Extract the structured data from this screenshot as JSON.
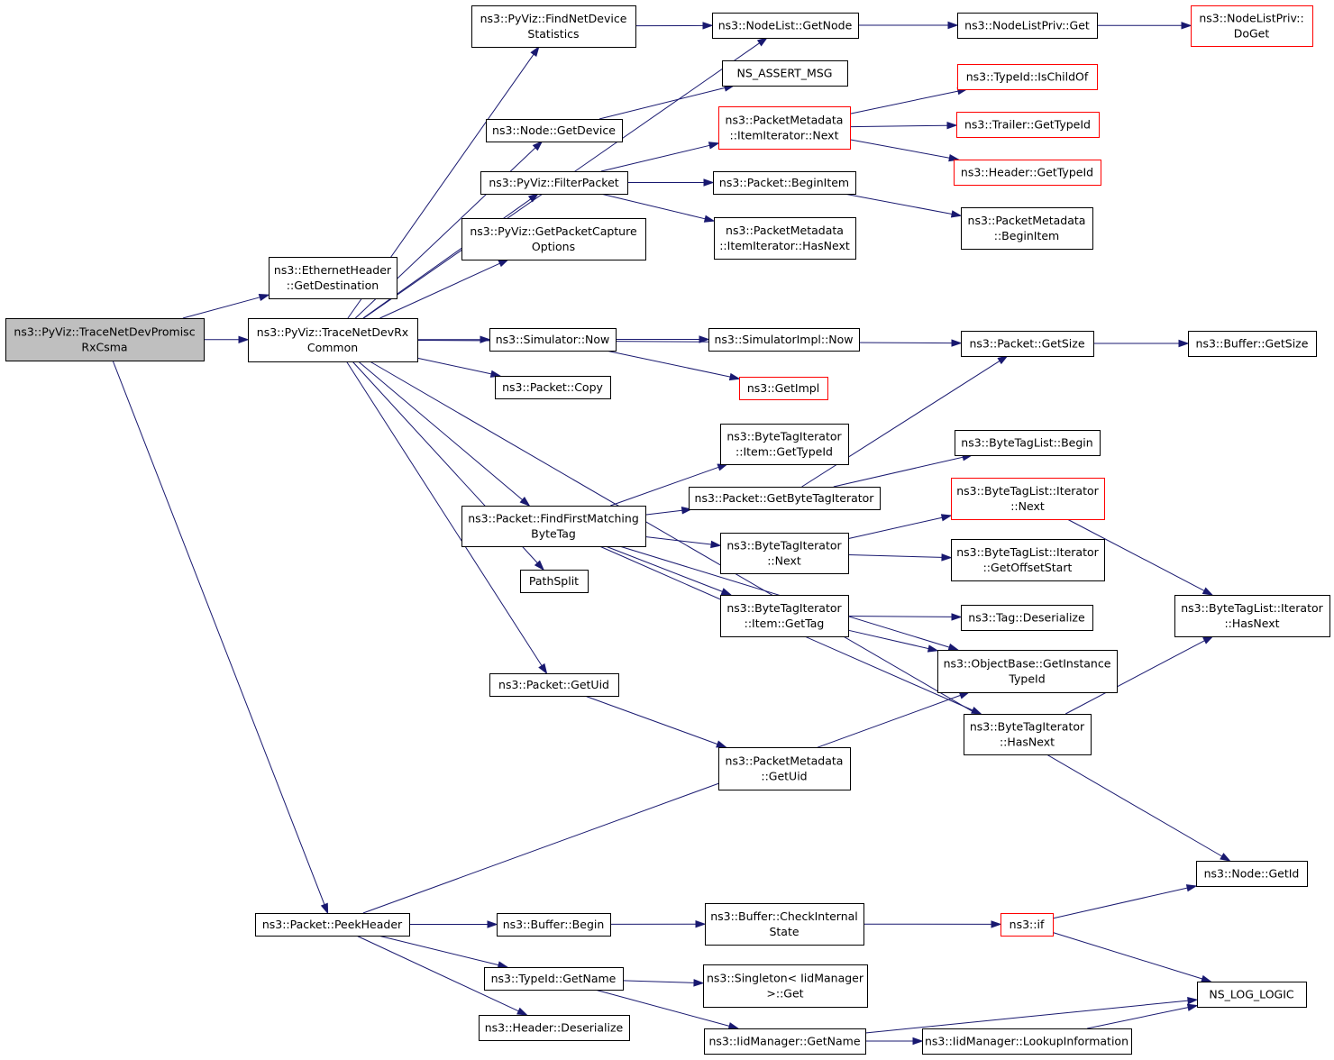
{
  "colors": {
    "edge": "#191970",
    "border_normal": "#000000",
    "border_truncated": "#ff0000",
    "root_fill": "#bfbfbf",
    "fill": "#ffffff"
  },
  "nodes": [
    {
      "id": "root",
      "lines": [
        "ns3::PyViz::TraceNetDevPromisc",
        "RxCsma"
      ],
      "kind": "root"
    },
    {
      "id": "ethdest",
      "lines": [
        "ns3::EthernetHeader",
        "::GetDestination"
      ],
      "kind": "normal"
    },
    {
      "id": "rxcommon",
      "lines": [
        "ns3::PyViz::TraceNetDevRx",
        "Common"
      ],
      "kind": "normal"
    },
    {
      "id": "peekheader",
      "lines": [
        "ns3::Packet::PeekHeader"
      ],
      "kind": "normal"
    },
    {
      "id": "findnetdev",
      "lines": [
        "ns3::PyViz::FindNetDevice",
        "Statistics"
      ],
      "kind": "normal"
    },
    {
      "id": "nodeget",
      "lines": [
        "ns3::Node::GetDevice"
      ],
      "kind": "normal"
    },
    {
      "id": "filterpacket",
      "lines": [
        "ns3::PyViz::FilterPacket"
      ],
      "kind": "normal"
    },
    {
      "id": "getcapture",
      "lines": [
        "ns3::PyViz::GetPacketCapture",
        "Options"
      ],
      "kind": "normal"
    },
    {
      "id": "simnow",
      "lines": [
        "ns3::Simulator::Now"
      ],
      "kind": "normal"
    },
    {
      "id": "pktcopy",
      "lines": [
        "ns3::Packet::Copy"
      ],
      "kind": "normal"
    },
    {
      "id": "findfirst",
      "lines": [
        "ns3::Packet::FindFirstMatching",
        "ByteTag"
      ],
      "kind": "normal"
    },
    {
      "id": "pathsplit",
      "lines": [
        "PathSplit"
      ],
      "kind": "normal"
    },
    {
      "id": "getuid",
      "lines": [
        "ns3::Packet::GetUid"
      ],
      "kind": "normal"
    },
    {
      "id": "bufbegin",
      "lines": [
        "ns3::Buffer::Begin"
      ],
      "kind": "normal"
    },
    {
      "id": "typeidname",
      "lines": [
        "ns3::TypeId::GetName"
      ],
      "kind": "normal"
    },
    {
      "id": "hdrdeser",
      "lines": [
        "ns3::Header::Deserialize"
      ],
      "kind": "normal"
    },
    {
      "id": "nodelistget",
      "lines": [
        "ns3::NodeList::GetNode"
      ],
      "kind": "normal"
    },
    {
      "id": "assertmsg",
      "lines": [
        "NS_ASSERT_MSG"
      ],
      "kind": "normal"
    },
    {
      "id": "itemnext",
      "lines": [
        "ns3::PacketMetadata",
        "::ItemIterator::Next"
      ],
      "kind": "truncated"
    },
    {
      "id": "pktbeginitem",
      "lines": [
        "ns3::Packet::BeginItem"
      ],
      "kind": "normal"
    },
    {
      "id": "itemhasnext",
      "lines": [
        "ns3::PacketMetadata",
        "::ItemIterator::HasNext"
      ],
      "kind": "normal"
    },
    {
      "id": "simimplnow",
      "lines": [
        "ns3::SimulatorImpl::Now"
      ],
      "kind": "normal"
    },
    {
      "id": "getimpl",
      "lines": [
        "ns3::GetImpl"
      ],
      "kind": "truncated"
    },
    {
      "id": "btiitemtypeid",
      "lines": [
        "ns3::ByteTagIterator",
        "::Item::GetTypeId"
      ],
      "kind": "normal"
    },
    {
      "id": "getbytetagit",
      "lines": [
        "ns3::Packet::GetByteTagIterator"
      ],
      "kind": "normal"
    },
    {
      "id": "btinext",
      "lines": [
        "ns3::ByteTagIterator",
        "::Next"
      ],
      "kind": "normal"
    },
    {
      "id": "btiitemgettag",
      "lines": [
        "ns3::ByteTagIterator",
        "::Item::GetTag"
      ],
      "kind": "normal"
    },
    {
      "id": "pmgetuid",
      "lines": [
        "ns3::PacketMetadata",
        "::GetUid"
      ],
      "kind": "normal"
    },
    {
      "id": "checkinternal",
      "lines": [
        "ns3::Buffer::CheckInternal",
        "State"
      ],
      "kind": "normal"
    },
    {
      "id": "singletonget",
      "lines": [
        "ns3::Singleton< IidManager",
        ">::Get"
      ],
      "kind": "normal"
    },
    {
      "id": "iidgetname",
      "lines": [
        "ns3::IidManager::GetName"
      ],
      "kind": "normal"
    },
    {
      "id": "nodelistprivget",
      "lines": [
        "ns3::NodeListPriv::Get"
      ],
      "kind": "normal"
    },
    {
      "id": "ischildof",
      "lines": [
        "ns3::TypeId::IsChildOf"
      ],
      "kind": "truncated"
    },
    {
      "id": "trailertypeid",
      "lines": [
        "ns3::Trailer::GetTypeId"
      ],
      "kind": "truncated"
    },
    {
      "id": "headertypeid",
      "lines": [
        "ns3::Header::GetTypeId"
      ],
      "kind": "truncated"
    },
    {
      "id": "pmbeginitem",
      "lines": [
        "ns3::PacketMetadata",
        "::BeginItem"
      ],
      "kind": "normal"
    },
    {
      "id": "pktgetsize",
      "lines": [
        "ns3::Packet::GetSize"
      ],
      "kind": "normal"
    },
    {
      "id": "btlbegin",
      "lines": [
        "ns3::ByteTagList::Begin"
      ],
      "kind": "normal"
    },
    {
      "id": "btlitnext",
      "lines": [
        "ns3::ByteTagList::Iterator",
        "::Next"
      ],
      "kind": "truncated"
    },
    {
      "id": "btlitoffset",
      "lines": [
        "ns3::ByteTagList::Iterator",
        "::GetOffsetStart"
      ],
      "kind": "normal"
    },
    {
      "id": "tagdeser",
      "lines": [
        "ns3::Tag::Deserialize"
      ],
      "kind": "normal"
    },
    {
      "id": "objinsttypeid",
      "lines": [
        "ns3::ObjectBase::GetInstance",
        "TypeId"
      ],
      "kind": "normal"
    },
    {
      "id": "btihasnext",
      "lines": [
        "ns3::ByteTagIterator",
        "::HasNext"
      ],
      "kind": "normal"
    },
    {
      "id": "nodegetid",
      "lines": [
        "ns3::Node::GetId"
      ],
      "kind": "normal"
    },
    {
      "id": "ns3if",
      "lines": [
        "ns3::if"
      ],
      "kind": "truncated"
    },
    {
      "id": "nslog",
      "lines": [
        "NS_LOG_LOGIC"
      ],
      "kind": "normal"
    },
    {
      "id": "lookupinfo",
      "lines": [
        "ns3::IidManager::LookupInformation"
      ],
      "kind": "normal"
    },
    {
      "id": "nodelistprivdoget",
      "lines": [
        "ns3::NodeListPriv::",
        "DoGet"
      ],
      "kind": "truncated"
    },
    {
      "id": "bufgetsize",
      "lines": [
        "ns3::Buffer::GetSize"
      ],
      "kind": "normal"
    },
    {
      "id": "btlithasnext",
      "lines": [
        "ns3::ByteTagList::Iterator",
        "::HasNext"
      ],
      "kind": "normal"
    }
  ],
  "edges": [
    [
      "root",
      "ethdest"
    ],
    [
      "root",
      "rxcommon"
    ],
    [
      "root",
      "peekheader"
    ],
    [
      "rxcommon",
      "findnetdev"
    ],
    [
      "rxcommon",
      "nodelistget"
    ],
    [
      "rxcommon",
      "nodeget"
    ],
    [
      "rxcommon",
      "filterpacket"
    ],
    [
      "rxcommon",
      "getcapture"
    ],
    [
      "rxcommon",
      "pktgetsize"
    ],
    [
      "rxcommon",
      "simnow"
    ],
    [
      "rxcommon",
      "pktcopy"
    ],
    [
      "rxcommon",
      "findfirst"
    ],
    [
      "rxcommon",
      "pathsplit"
    ],
    [
      "rxcommon",
      "getuid"
    ],
    [
      "rxcommon",
      "nodegetid"
    ],
    [
      "findnetdev",
      "nodelistget"
    ],
    [
      "nodelistget",
      "nodelistprivget"
    ],
    [
      "nodelistprivget",
      "nodelistprivdoget"
    ],
    [
      "nodeget",
      "assertmsg"
    ],
    [
      "filterpacket",
      "itemnext"
    ],
    [
      "filterpacket",
      "pktbeginitem"
    ],
    [
      "filterpacket",
      "itemhasnext"
    ],
    [
      "itemnext",
      "ischildof"
    ],
    [
      "itemnext",
      "trailertypeid"
    ],
    [
      "itemnext",
      "headertypeid"
    ],
    [
      "pktbeginitem",
      "pmbeginitem"
    ],
    [
      "simnow",
      "simimplnow"
    ],
    [
      "simnow",
      "getimpl"
    ],
    [
      "pktgetsize",
      "bufgetsize"
    ],
    [
      "findfirst",
      "btiitemtypeid"
    ],
    [
      "findfirst",
      "getbytetagit"
    ],
    [
      "findfirst",
      "btinext"
    ],
    [
      "findfirst",
      "btiitemgettag"
    ],
    [
      "findfirst",
      "objinsttypeid"
    ],
    [
      "findfirst",
      "btihasnext"
    ],
    [
      "getbytetagit",
      "pktgetsize"
    ],
    [
      "getbytetagit",
      "btlbegin"
    ],
    [
      "btinext",
      "btlitnext"
    ],
    [
      "btinext",
      "btlitoffset"
    ],
    [
      "btlitnext",
      "btlithasnext"
    ],
    [
      "btihasnext",
      "btlithasnext"
    ],
    [
      "btiitemgettag",
      "tagdeser"
    ],
    [
      "btiitemgettag",
      "objinsttypeid"
    ],
    [
      "getuid",
      "pmgetuid"
    ],
    [
      "peekheader",
      "objinsttypeid"
    ],
    [
      "peekheader",
      "bufbegin"
    ],
    [
      "peekheader",
      "typeidname"
    ],
    [
      "peekheader",
      "hdrdeser"
    ],
    [
      "bufbegin",
      "checkinternal"
    ],
    [
      "checkinternal",
      "ns3if"
    ],
    [
      "ns3if",
      "nodegetid"
    ],
    [
      "ns3if",
      "nslog"
    ],
    [
      "typeidname",
      "singletonget"
    ],
    [
      "typeidname",
      "iidgetname"
    ],
    [
      "iidgetname",
      "nslog"
    ],
    [
      "iidgetname",
      "lookupinfo"
    ],
    [
      "lookupinfo",
      "nslog"
    ]
  ]
}
